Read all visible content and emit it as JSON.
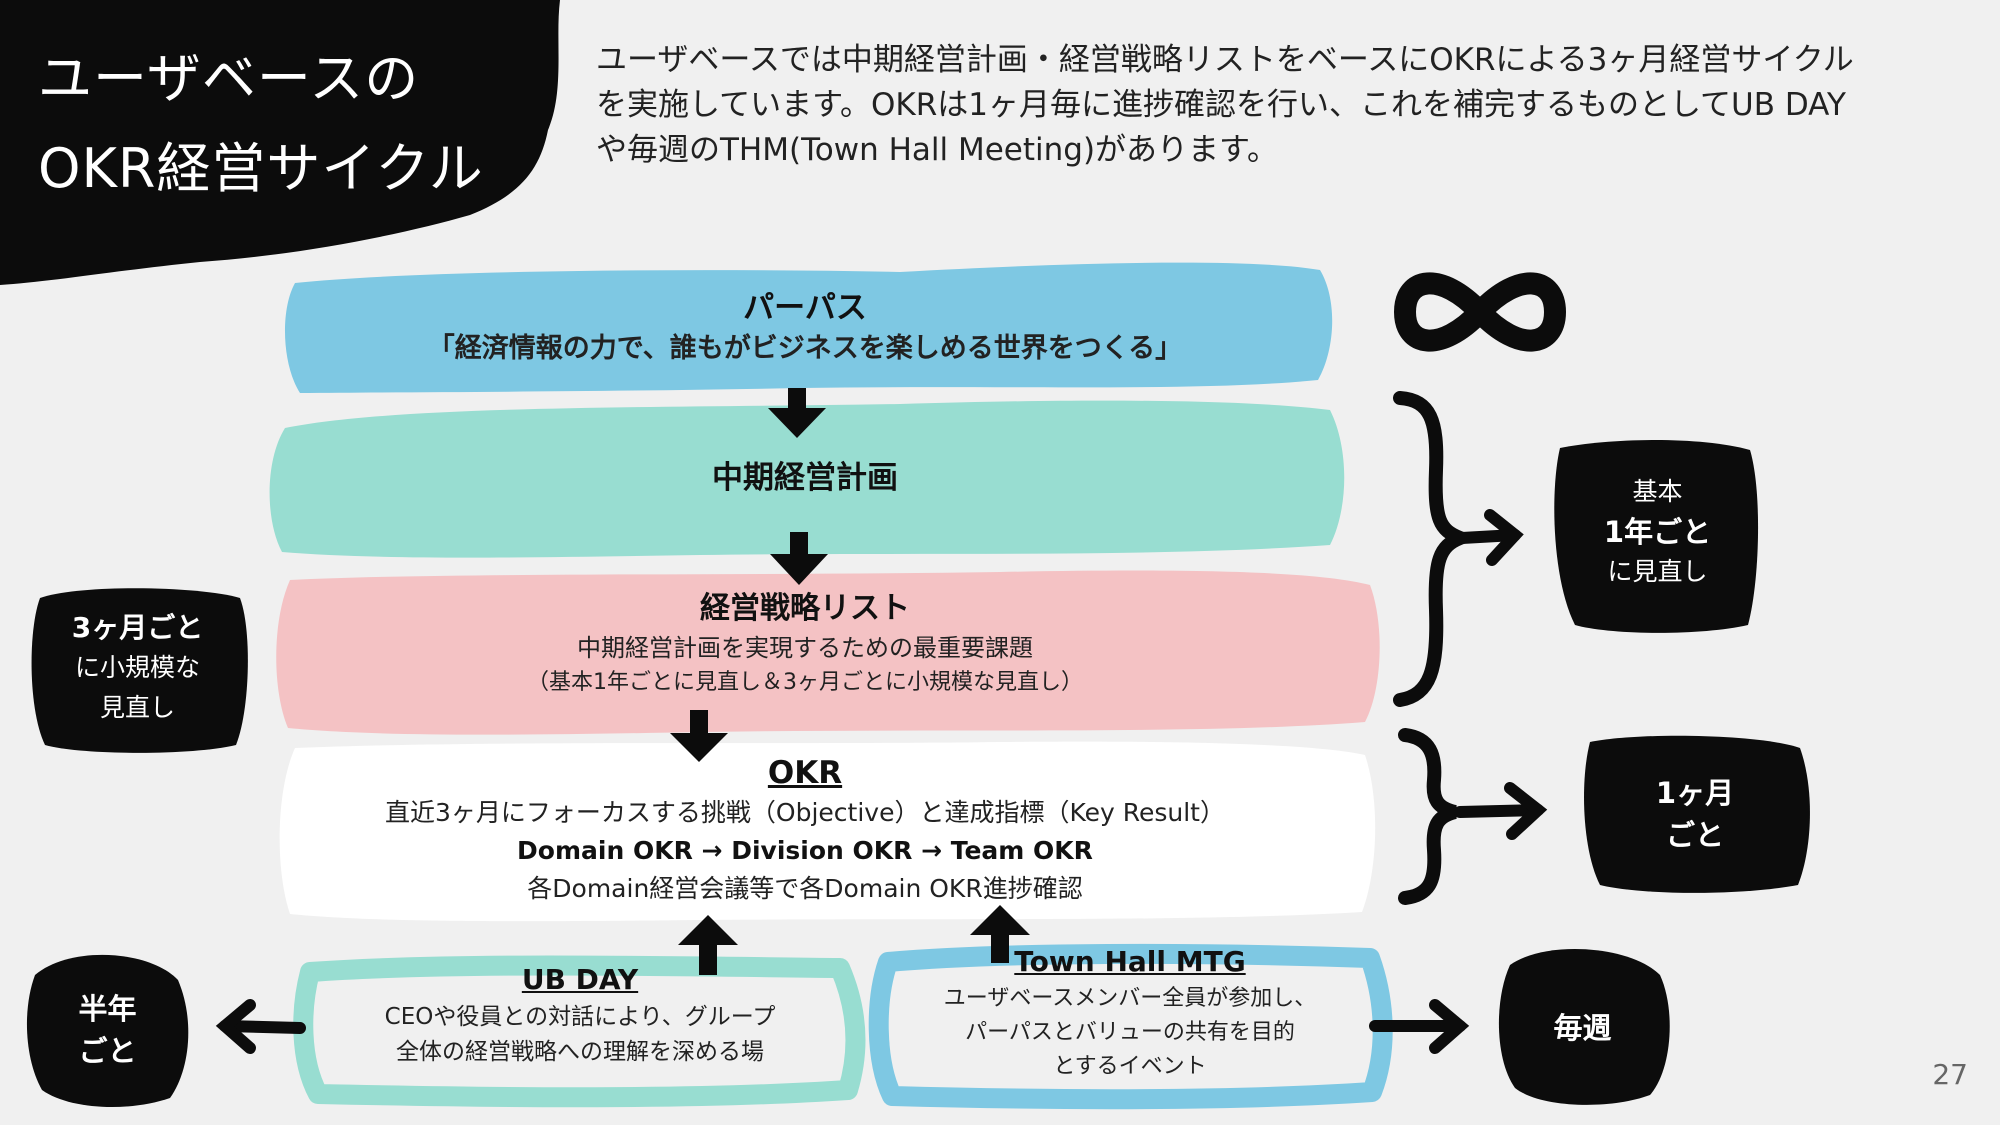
{
  "slide": {
    "title_line1": "ユーザベースの",
    "title_line2": "OKR経営サイクル",
    "intro_line1": "ユーザベースでは中期経営計画・経営戦略リストをベースにOKRによる3ヶ月経営サイクル",
    "intro_line2": "を実施しています。OKRは1ヶ月毎に進捗確認を行い、これを補完するものとしてUB DAY",
    "intro_line3": "や毎週のTHM(Town Hall Meeting)があります。",
    "page_number": "27"
  },
  "purpose": {
    "heading": "パーパス",
    "statement": "「経済情報の力で、誰もがビジネスを楽しめる世界をつくる」",
    "color": "#7ec8e3"
  },
  "midterm_plan": {
    "heading": "中期経営計画",
    "color": "#98ddd1"
  },
  "strategy_list": {
    "heading": "経営戦略リスト",
    "line1": "中期経営計画を実現するための最重要課題",
    "line2": "（基本1年ごとに見直し＆3ヶ月ごとに小規模な見直し）",
    "color": "#f4c2c4"
  },
  "okr": {
    "heading": "OKR",
    "line1": "直近3ヶ月にフォーカスする挑戦（Objective）と達成指標（Key Result）",
    "line2": "Domain OKR → Division OKR → Team OKR",
    "line3": "各Domain経営会議等で各Domain OKR進捗確認",
    "color": "#ffffff"
  },
  "ub_day": {
    "heading": "UB DAY",
    "line1": "CEOや役員との対話により、グループ",
    "line2": "全体の経営戦略への理解を深める場",
    "color": "#98ddd1"
  },
  "town_hall": {
    "heading": "Town Hall MTG",
    "line1": "ユーザベースメンバー全員が参加し、",
    "line2": "パーパスとバリューの共有を目的",
    "line3": "とするイベント",
    "color": "#7ec8e3"
  },
  "badges": {
    "yearly_line1": "基本",
    "yearly_line2": "1年ごと",
    "yearly_line3": "に見直し",
    "quarterly_line1": "3ヶ月ごと",
    "quarterly_line2": "に小規模な",
    "quarterly_line3": "見直し",
    "monthly_line1": "1ヶ月",
    "monthly_line2": "ごと",
    "half_year_line1": "半年",
    "half_year_line2": "ごと",
    "weekly": "毎週"
  },
  "icons": {
    "infinity": "infinity-icon",
    "arrow": "down-arrow-icon"
  }
}
